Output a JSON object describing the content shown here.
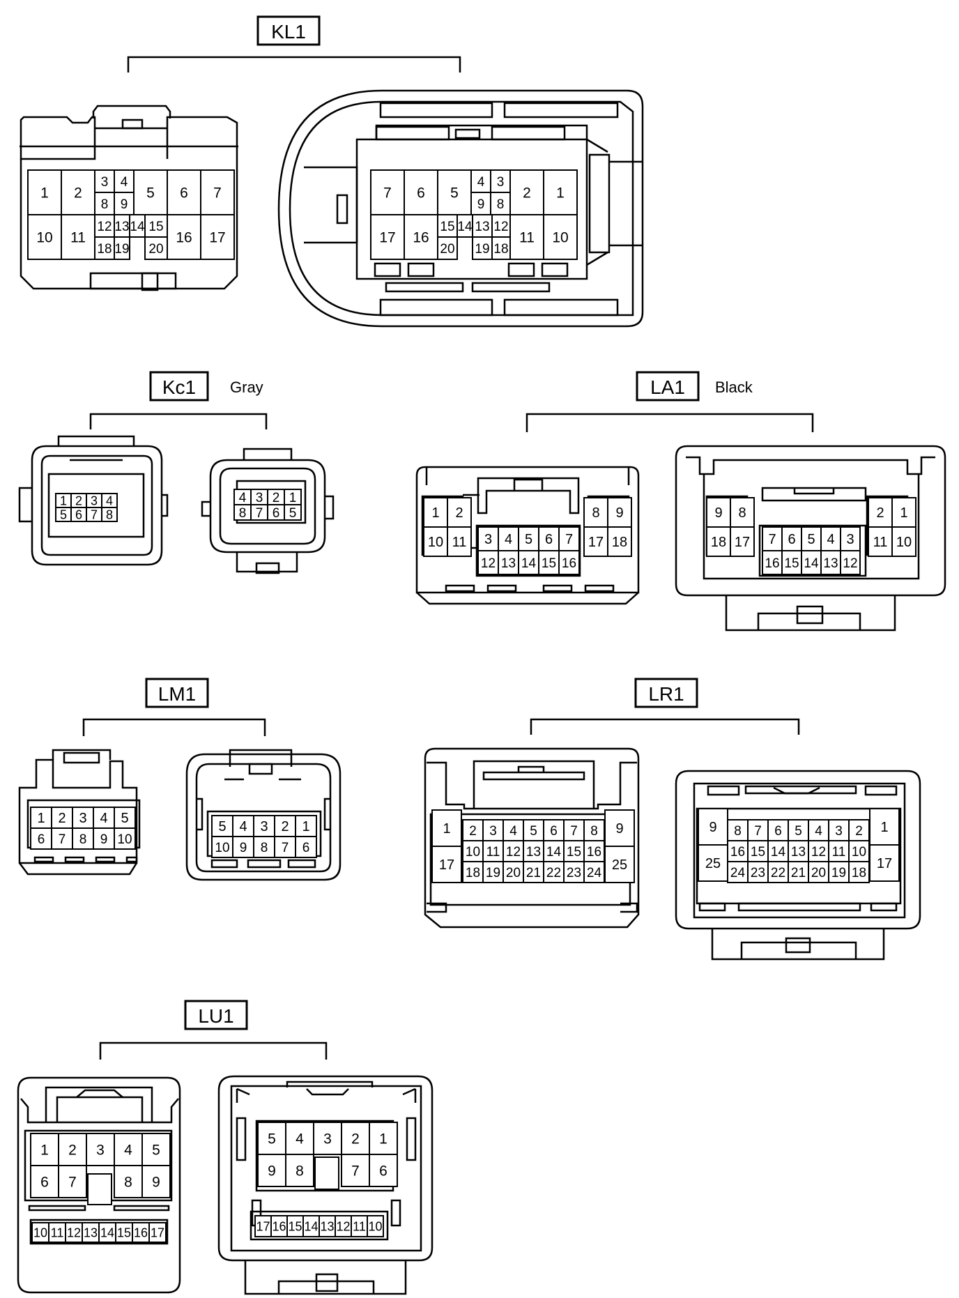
{
  "connectors": [
    {
      "id": "KL1",
      "label": "KL1",
      "color_note": ""
    },
    {
      "id": "Kc1",
      "label": "Kc1",
      "color_note": "Gray"
    },
    {
      "id": "LA1",
      "label": "LA1",
      "color_note": "Black"
    },
    {
      "id": "LM1",
      "label": "LM1",
      "color_note": ""
    },
    {
      "id": "LR1",
      "label": "LR1",
      "color_note": ""
    },
    {
      "id": "LU1",
      "label": "LU1",
      "color_note": ""
    }
  ],
  "faces": {
    "KL1_left": [
      [
        "1",
        "2",
        "3",
        "4",
        "5",
        "6",
        "7"
      ],
      [
        "8",
        "9"
      ],
      [
        "10",
        "11",
        "12",
        "13",
        "14",
        "15",
        "16",
        "17"
      ],
      [
        "18",
        "19",
        "20"
      ]
    ],
    "KL1_right": [
      [
        "7",
        "6",
        "5",
        "4",
        "3",
        "2",
        "1"
      ],
      [
        "9",
        "8"
      ],
      [
        "17",
        "16",
        "15",
        "14",
        "13",
        "12",
        "11",
        "10"
      ],
      [
        "20",
        "19",
        "18"
      ]
    ],
    "Kc1_left": [
      [
        "1",
        "2",
        "3",
        "4"
      ],
      [
        "5",
        "6",
        "7",
        "8"
      ]
    ],
    "Kc1_right": [
      [
        "4",
        "3",
        "2",
        "1"
      ],
      [
        "8",
        "7",
        "6",
        "5"
      ]
    ],
    "LA1_left": [
      [
        "1",
        "2",
        "8",
        "9"
      ],
      [
        "10",
        "11",
        "3",
        "4",
        "5",
        "6",
        "7",
        "17",
        "18"
      ],
      [
        "12",
        "13",
        "14",
        "15",
        "16"
      ]
    ],
    "LA1_right": [
      [
        "9",
        "8",
        "2",
        "1"
      ],
      [
        "18",
        "17",
        "7",
        "6",
        "5",
        "4",
        "3",
        "11",
        "10"
      ],
      [
        "16",
        "15",
        "14",
        "13",
        "12"
      ]
    ],
    "LM1_left": [
      [
        "1",
        "2",
        "3",
        "4",
        "5"
      ],
      [
        "6",
        "7",
        "8",
        "9",
        "10"
      ]
    ],
    "LM1_right": [
      [
        "5",
        "4",
        "3",
        "2",
        "1"
      ],
      [
        "10",
        "9",
        "8",
        "7",
        "6"
      ]
    ],
    "LR1_left": [
      [
        "1",
        "2",
        "3",
        "4",
        "5",
        "6",
        "7",
        "8",
        "9"
      ],
      [
        "17",
        "10",
        "11",
        "12",
        "13",
        "14",
        "15",
        "16",
        "25"
      ],
      [
        "18",
        "19",
        "20",
        "21",
        "22",
        "23",
        "24"
      ]
    ],
    "LR1_right": [
      [
        "9",
        "8",
        "7",
        "6",
        "5",
        "4",
        "3",
        "2",
        "1"
      ],
      [
        "25",
        "16",
        "15",
        "14",
        "13",
        "12",
        "11",
        "10",
        "17"
      ],
      [
        "24",
        "23",
        "22",
        "21",
        "20",
        "19",
        "18"
      ]
    ],
    "LU1_left": [
      [
        "1",
        "2",
        "3",
        "4",
        "5"
      ],
      [
        "6",
        "7",
        "8",
        "9"
      ],
      [
        "10",
        "11",
        "12",
        "13",
        "14",
        "15",
        "16",
        "17"
      ]
    ],
    "LU1_right": [
      [
        "5",
        "4",
        "3",
        "2",
        "1"
      ],
      [
        "9",
        "8",
        "7",
        "6"
      ],
      [
        "17",
        "16",
        "15",
        "14",
        "13",
        "12",
        "11",
        "10"
      ]
    ]
  }
}
